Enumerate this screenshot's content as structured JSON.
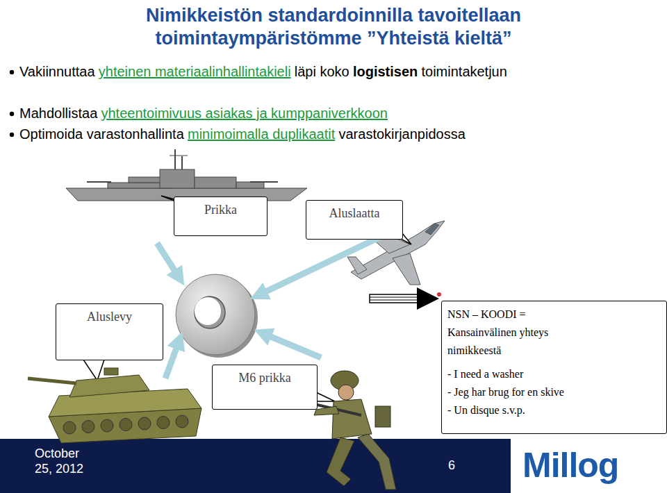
{
  "diagram": {
    "title": "Nimikkeistön standardoinnilla tavoitellaan toimintaympäristömme ”Yhteistä kieltä”",
    "nodes": [
      {
        "text": [
          "Prikka"
        ]
      },
      {
        "text": [
          "Aluslaatta"
        ]
      },
      {
        "text": [
          "Aluslevy"
        ]
      },
      {
        "text": [
          "M6 prikka"
        ]
      },
      {
        "text": [
          "NSN – KOODI =",
          "Kansainvälinen yhteys nimikkeestä",
          "- I need a washer",
          "- Jeg har brug for en skive",
          "- Un disque s.v.p."
        ]
      }
    ],
    "labels": [
      "Vakiinnuttaa",
      "yhteinen materiaalinhallintakieli",
      "läpi koko",
      "logistisen",
      "toimintaketjun",
      "Mahdollistaa",
      "yhteentoimivuus asiakas ja kumppaniverkkoon",
      "Optimoida varastonhallinta",
      "minimoimalla duplikaatit",
      "varastokirjanpidossa",
      "October 25, 2012",
      "6",
      "Millog"
    ]
  }
}
